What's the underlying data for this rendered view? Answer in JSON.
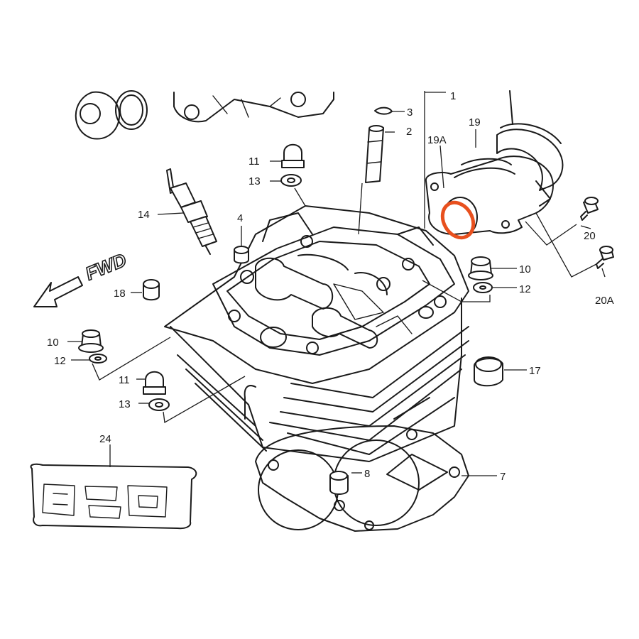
{
  "diagram": {
    "direction_label": "FWD",
    "highlight_color": "#e8501e",
    "callouts": {
      "c1": "1",
      "c2": "2",
      "c3": "3",
      "c4": "4",
      "c7": "7",
      "c8": "8",
      "c10a": "10",
      "c10b": "10",
      "c11a": "11",
      "c11b": "11",
      "c12a": "12",
      "c12b": "12",
      "c13a": "13",
      "c13b": "13",
      "c14": "14",
      "c17": "17",
      "c18": "18",
      "c19": "19",
      "c19a": "19A",
      "c20": "20",
      "c20a": "20A",
      "c24": "24"
    }
  }
}
